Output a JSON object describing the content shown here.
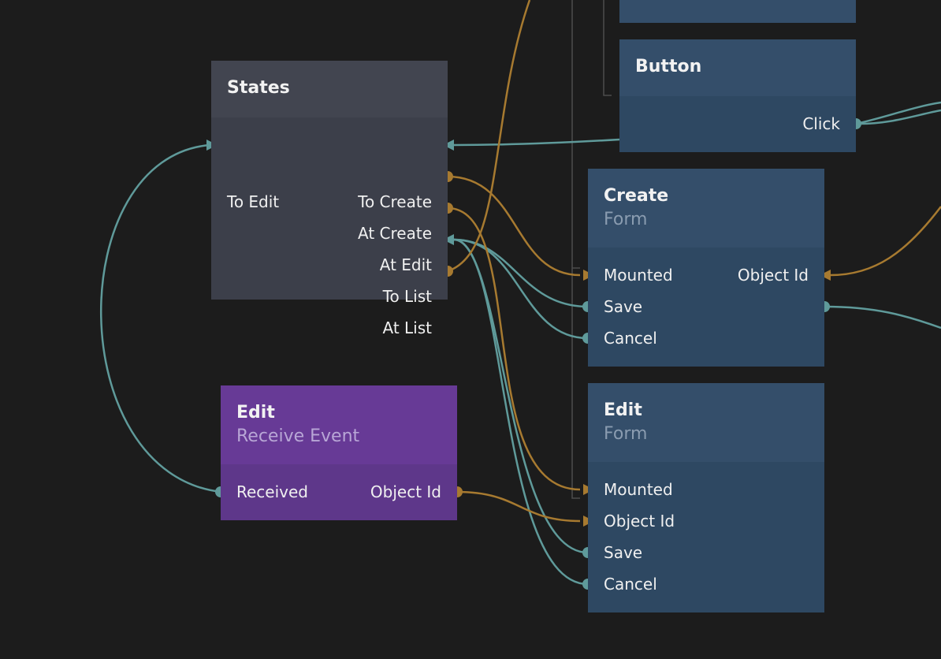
{
  "colors": {
    "background": "#1c1c1c",
    "signal_wire": "#5f9a9a",
    "data_wire": "#a77a30",
    "visual_node": "#2e4862",
    "logic_node": "#3c3f4a",
    "event_node": "#5e378a"
  },
  "nodes": {
    "states": {
      "title": "States",
      "inputs": [
        "To Edit"
      ],
      "outputs": [
        "To Create",
        "At Create",
        "At Edit",
        "To List",
        "At List"
      ]
    },
    "button": {
      "title": "Button",
      "outputs": [
        "Click"
      ]
    },
    "create_form": {
      "title": "Create",
      "subtitle": "Form",
      "inputs": [
        "Mounted",
        "Save",
        "Cancel"
      ],
      "outputs": [
        "Object Id"
      ]
    },
    "edit_form": {
      "title": "Edit",
      "subtitle": "Form",
      "inputs": [
        "Mounted",
        "Object Id",
        "Save",
        "Cancel"
      ]
    },
    "receive_event": {
      "title": "Edit",
      "subtitle": "Receive Event",
      "outputs": [
        "Received",
        "Object Id"
      ]
    }
  }
}
